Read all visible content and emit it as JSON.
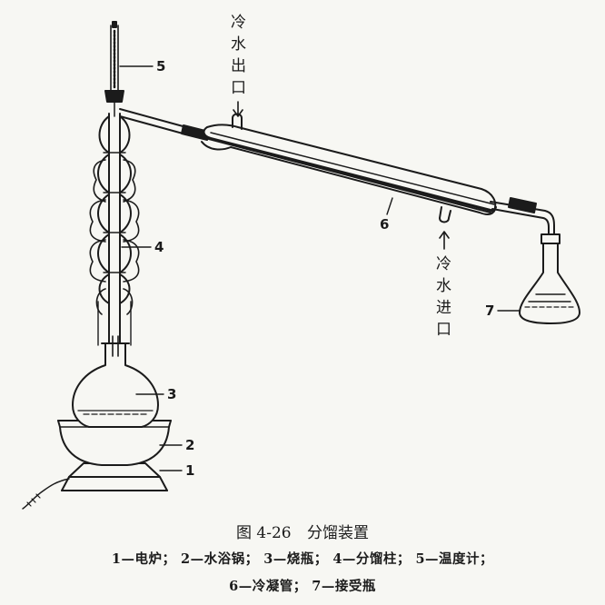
{
  "figure": {
    "number": "图 4-26",
    "title": "分馏装置",
    "legend_line1": "1—电炉； 2—水浴锅； 3—烧瓶； 4—分馏柱； 5—温度计；",
    "legend_line2": "6—冷凝管； 7—接受瓶"
  },
  "callouts": {
    "n1": "1",
    "n2": "2",
    "n3": "3",
    "n4": "4",
    "n5": "5",
    "n6": "6",
    "n7": "7"
  },
  "water_out": [
    "冷",
    "水",
    "出",
    "口"
  ],
  "water_in": [
    "冷",
    "水",
    "进",
    "口"
  ]
}
